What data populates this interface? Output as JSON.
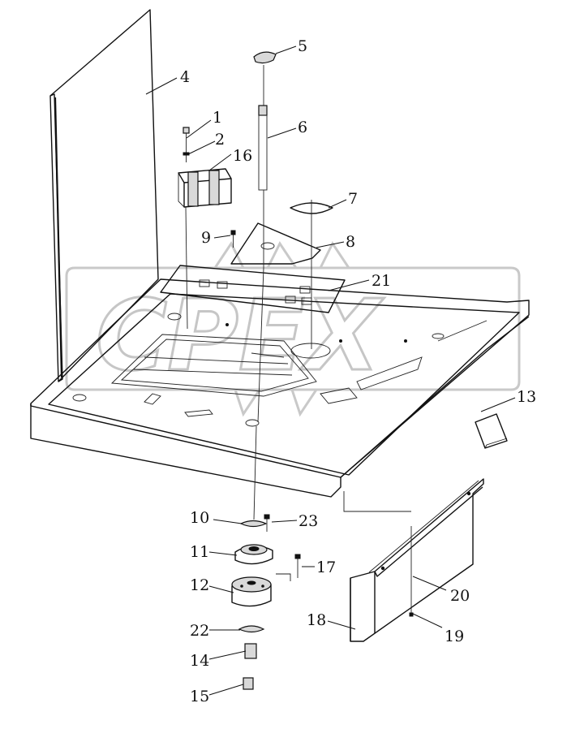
{
  "watermark": {
    "text": "CPEX"
  },
  "callouts": [
    {
      "id": "1",
      "label": "1"
    },
    {
      "id": "2",
      "label": "2"
    },
    {
      "id": "4",
      "label": "4"
    },
    {
      "id": "5",
      "label": "5"
    },
    {
      "id": "6",
      "label": "6"
    },
    {
      "id": "7",
      "label": "7"
    },
    {
      "id": "8",
      "label": "8"
    },
    {
      "id": "9",
      "label": "9"
    },
    {
      "id": "10",
      "label": "10"
    },
    {
      "id": "11",
      "label": "11"
    },
    {
      "id": "12",
      "label": "12"
    },
    {
      "id": "13",
      "label": "13"
    },
    {
      "id": "14",
      "label": "14"
    },
    {
      "id": "15",
      "label": "15"
    },
    {
      "id": "16",
      "label": "16"
    },
    {
      "id": "17",
      "label": "17"
    },
    {
      "id": "18",
      "label": "18"
    },
    {
      "id": "19",
      "label": "19"
    },
    {
      "id": "20",
      "label": "20"
    },
    {
      "id": "21",
      "label": "21"
    },
    {
      "id": "22",
      "label": "22"
    },
    {
      "id": "23",
      "label": "23"
    }
  ]
}
